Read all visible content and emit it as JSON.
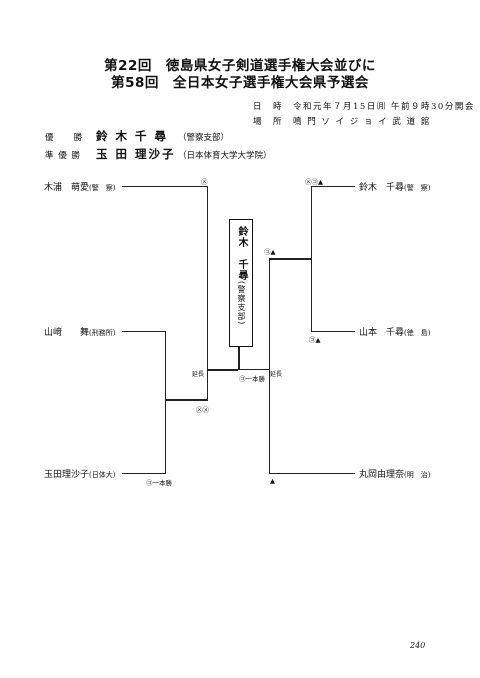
{
  "title": {
    "line1": "第22回　徳島県女子剣道選手権大会並びに",
    "line2": "第58回　全日本女子選手権大会県予選会"
  },
  "meta": {
    "date": "日　時　令和元年７月15日㈪ 午前９時30分開会",
    "venue": "場　所　鳴 門 ソ イ ジ ョ イ 武 道 館"
  },
  "results": {
    "winner": {
      "label": "優　　勝",
      "name": "鈴 木 千 尋",
      "team": "（警察支部）"
    },
    "runner_up": {
      "label": "準 優 勝",
      "name": "玉 田 理沙子",
      "team": "（日本体育大学大学院）"
    }
  },
  "players_left": [
    {
      "name": "木浦　萌愛",
      "team": "(警　察)"
    },
    {
      "name": "山﨑　　舞",
      "team": "(刑務所)"
    },
    {
      "name": "玉田理沙子",
      "team": "(日体大)"
    }
  ],
  "players_right": [
    {
      "name": "鈴木　千尋",
      "team": "(警　察)"
    },
    {
      "name": "山本　千尋",
      "team": "(徳　島)"
    },
    {
      "name": "丸岡由理奈",
      "team": "(明　治)"
    }
  ],
  "champion": {
    "name": "鈴木　千尋",
    "team": "(警察支部)"
  },
  "marks": {
    "m_kiura": "㋱",
    "m_lsemi": "㋱㋱",
    "m_tamada": "㋙一本勝",
    "m_rtop": "㋱㋙▲",
    "m_rmid": "㋙▲",
    "m_ryamamoto": "㋙▲",
    "m_rbot": "▲",
    "m_final": "㋙一本勝"
  },
  "notes": {
    "encho_left": "延長",
    "encho_right": "延長"
  },
  "page_number": "240"
}
